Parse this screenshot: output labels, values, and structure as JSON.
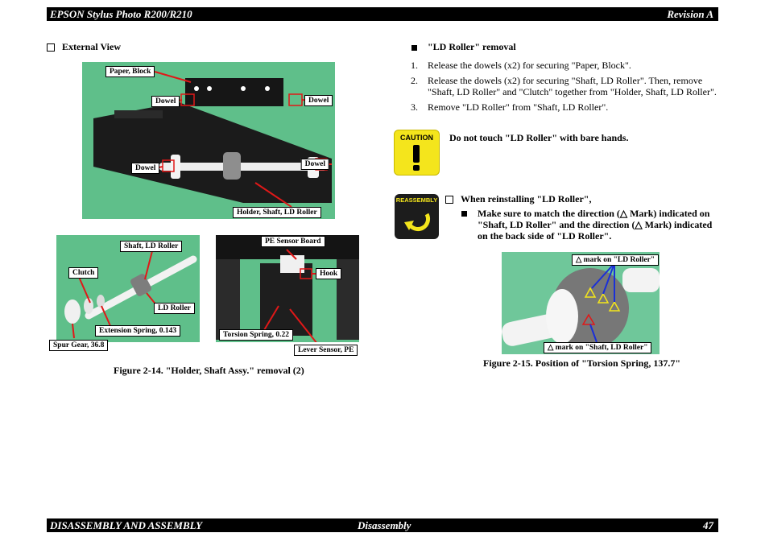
{
  "header": {
    "title": "EPSON Stylus Photo R200/R210",
    "revision": "Revision A"
  },
  "footer": {
    "chapter": "DISASSEMBLY AND ASSEMBLY",
    "section": "Disassembly",
    "page": "47"
  },
  "left": {
    "heading": "External View",
    "photo1": {
      "labels": {
        "paper_block": "Paper, Block",
        "dowel_a": "Dowel",
        "dowel_b": "Dowel",
        "dowel_c": "Dowel",
        "dowel_d": "Dowel",
        "holder": "Holder, Shaft, LD Roller"
      }
    },
    "photo2": {
      "labels": {
        "shaft": "Shaft, LD Roller",
        "clutch": "Clutch",
        "ld_roller": "LD Roller",
        "ext_spring": "Extension Spring, 0.143",
        "spur_gear": "Spur Gear, 36.8"
      }
    },
    "photo3": {
      "labels": {
        "pe_board": "PE Sensor Board",
        "hook": "Hook",
        "torsion": "Torsion Spring, 0.22",
        "lever": "Lever Sensor, PE"
      }
    },
    "caption": "Figure 2-14.  \"Holder, Shaft Assy.\" removal (2)"
  },
  "right": {
    "heading": "\"LD Roller\" removal",
    "steps": [
      {
        "num": "1.",
        "text": "Release the dowels (x2) for securing \"Paper, Block\"."
      },
      {
        "num": "2.",
        "text": "Release the dowels (x2) for securing \"Shaft, LD Roller\". Then, remove \"Shaft, LD Roller\" and \"Clutch\" together from \"Holder, Shaft, LD Roller\"."
      },
      {
        "num": "3.",
        "text": "Remove \"LD Roller\" from \"Shaft, LD Roller\"."
      }
    ],
    "caution": {
      "icon_label": "CAUTION",
      "text": "Do not touch \"LD Roller\" with bare hands."
    },
    "reassembly": {
      "icon_label": "REASSEMBLY",
      "heading": "When reinstalling \"LD Roller\",",
      "bullet": "Make sure to match the direction (△ Mark) indicated on \"Shaft, LD Roller\" and the direction (△ Mark) indicated on the back side of \"LD Roller\"."
    },
    "photo4": {
      "labels": {
        "mark_ld": "△  mark on \"LD Roller\"",
        "mark_shaft": "△  mark on \"Shaft, LD Roller\""
      }
    },
    "caption": "Figure 2-15.  Position of \"Torsion Spring, 137.7\""
  },
  "colors": {
    "photo_bg": "#5fbf8a",
    "caution_yellow": "#f4e51c",
    "callout_red": "#e01818",
    "callout_blue": "#1a2fd8"
  }
}
